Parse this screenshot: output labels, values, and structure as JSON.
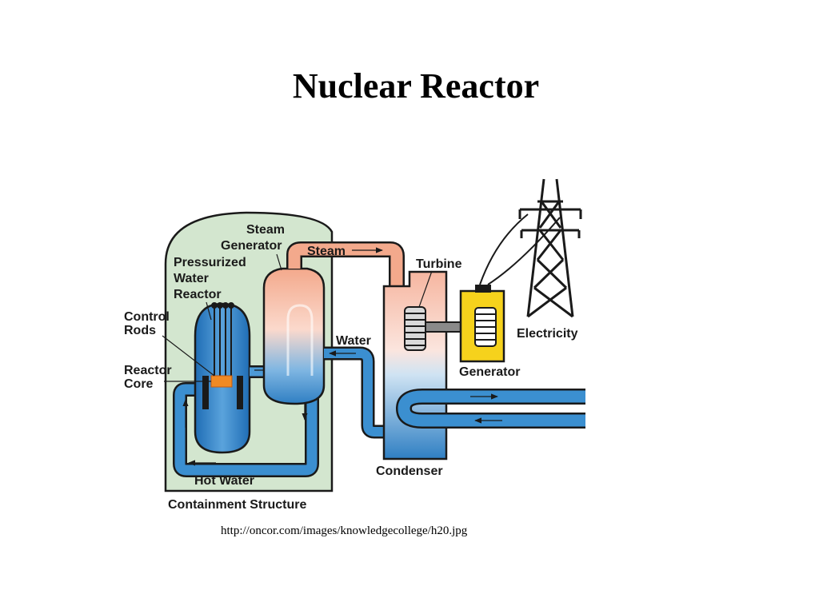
{
  "title": "Nuclear Reactor",
  "labels": {
    "steam_generator_1": "Steam",
    "steam_generator_2": "Generator",
    "pwr_1": "Pressurized",
    "pwr_2": "Water",
    "pwr_3": "Reactor",
    "control_rods_1": "Control",
    "control_rods_2": "Rods",
    "reactor_core_1": "Reactor",
    "reactor_core_2": "Core",
    "steam": "Steam",
    "turbine": "Turbine",
    "water": "Water",
    "generator": "Generator",
    "electricity": "Electricity",
    "condenser": "Condenser",
    "hot_water": "Hot Water",
    "containment": "Containment Structure"
  },
  "source_url": "http://oncor.com/images/knowledgecollege/h20.jpg",
  "colors": {
    "containment": "#d3e6cf",
    "water_blue": "#2f7fc3",
    "steam_peach": "#f3a98c",
    "generator_yellow": "#f6d21c",
    "core_orange": "#f08a24",
    "outline": "#1a1a1a"
  }
}
